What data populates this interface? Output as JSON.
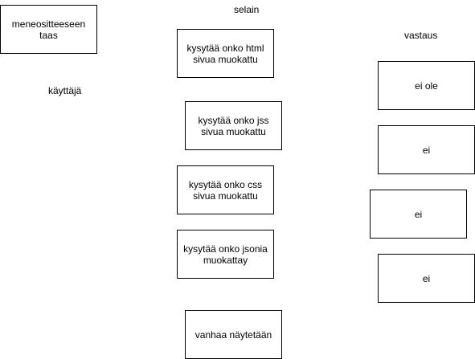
{
  "labels": {
    "user": "käyttäjä",
    "browser": "selain",
    "response": "vastaus"
  },
  "boxes": {
    "start": "meneositteeseen\ntaas",
    "ask_html": "kysytää onko html\nsivua muokattu",
    "ask_jss": "kysytää onko jss\nsivua muokattu",
    "ask_css": "kysytää onko css\nsivua muokattu",
    "ask_json": "kysytää onko jsonia\nmuokattay",
    "show_old": "vanhaa näytetään",
    "ans1": "ei ole",
    "ans2": "ei",
    "ans3": "ei",
    "ans4": "ei"
  }
}
